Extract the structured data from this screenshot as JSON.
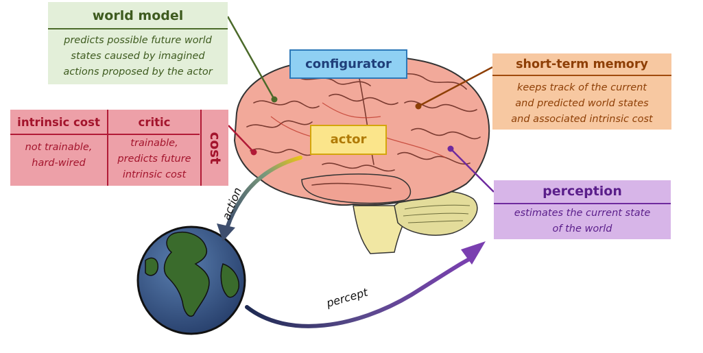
{
  "world_model": {
    "title": "world model",
    "lines": [
      "predicts possible future world",
      "states caused by imagined",
      "actions proposed by the actor"
    ]
  },
  "configurator": {
    "title": "configurator"
  },
  "actor": {
    "title": "actor"
  },
  "short_term_memory": {
    "title": "short-term memory",
    "lines": [
      "keeps track of the current",
      "and predicted world states",
      "and associated intrinsic cost"
    ]
  },
  "perception": {
    "title": "perception",
    "lines": [
      "estimates the current state",
      "of the world"
    ]
  },
  "cost": {
    "label": "cost",
    "intrinsic_cost": {
      "title": "intrinsic cost",
      "lines": [
        "not trainable,",
        "hard-wired"
      ]
    },
    "critic": {
      "title": "critic",
      "lines": [
        "trainable,",
        "predicts future",
        "intrinsic cost"
      ]
    }
  },
  "arrows": {
    "action": "action",
    "percept": "percept"
  },
  "colors": {
    "world_model": "#3e5b1f",
    "configurator": "#2c78b8",
    "actor": "#d4a50c",
    "short_term_memory": "#a04a0c",
    "perception": "#6e2a9e",
    "cost": "#b11a36"
  }
}
